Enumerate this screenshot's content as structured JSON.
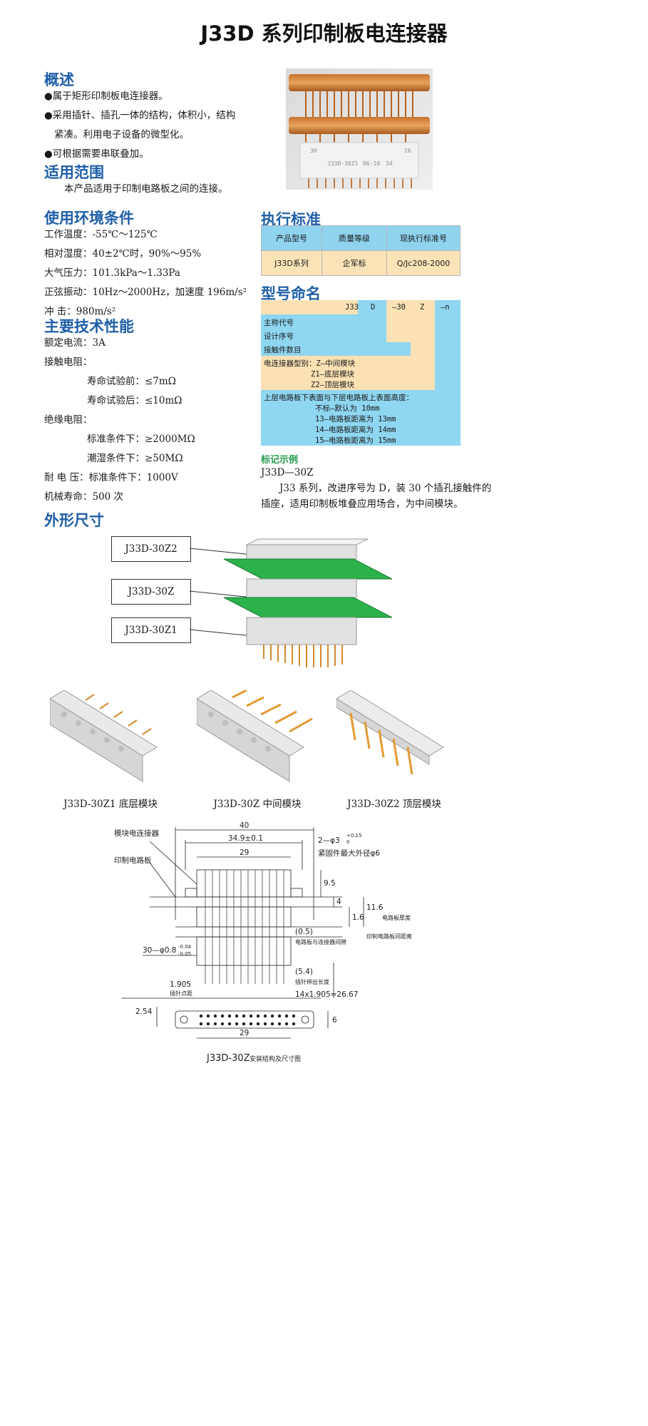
{
  "title": "J33D 系列印制板电连接器",
  "overview": {
    "heading": "概述",
    "b1": "●属于矩形印制板电连接器。",
    "b2": "●采用插针、插孔一体的结构，体积小，结构",
    "b2b": "紧凑。利用电子设备的微型化。",
    "b3": "●可根据需要串联叠加。"
  },
  "photo": {
    "marks": [
      "30",
      "J33D-30Z1",
      "06-10",
      "34",
      "16"
    ]
  },
  "scope": {
    "heading": "适用范围",
    "text": "本产品适用于印制电路板之间的连接。"
  },
  "env": {
    "heading": "使用环境条件",
    "lines": [
      "工作温度：-55℃～125℃",
      "相对湿度：40±2℃时，90%～95%",
      "大气压力：101.3kPa～1.33Pa",
      "正弦振动：10Hz～2000Hz，加速度 196m/s²",
      "冲      击：980m/s²"
    ]
  },
  "standard": {
    "heading": "执行标准",
    "headers": [
      "产品型号",
      "质量等级",
      "现执行标准号"
    ],
    "row": [
      "J33D系列",
      "企军标",
      "Q/Jc208-2000"
    ]
  },
  "naming": {
    "heading": "型号命名",
    "codes": [
      "J33",
      "D",
      "—30",
      "Z",
      "—n"
    ],
    "rows": {
      "r1": "主称代号",
      "r2": "设计序号",
      "r3": "接触件数目",
      "r4a": "电连接器型别：Z—中间模块",
      "r4b": "Z1—底层模块",
      "r4c": "Z2—顶层模块",
      "r5a": "上层电路板下表面与下层电路板上表面高度：",
      "r5b": "不标—默认为 10mm",
      "r5c": "13—电路板距离为 13mm",
      "r5d": "14—电路板距离为 14mm",
      "r5e": "15—电路板距离为 15mm"
    }
  },
  "example": {
    "heading": "标记示例",
    "model": "J33D—30Z",
    "desc1": "J33 系列，改进序号为 D，装 30 个插孔接触件的",
    "desc2": "插座，适用印制板堆叠应用场合，为中间模块。"
  },
  "specs": {
    "heading": "主要技术性能",
    "lines": {
      "current": "额定电流：3A",
      "contact": "接触电阻：",
      "before": "寿命试验前：≤7mΩ",
      "after": "寿命试验后：≤10mΩ",
      "insul": "绝缘电阻：",
      "std": "标准条件下：≥2000MΩ",
      "humid": "潮湿条件下：≥50MΩ",
      "volt": "耐 电 压：标准条件下：1000V",
      "life": "机械寿命：500 次"
    }
  },
  "dims": {
    "heading": "外形尺寸",
    "stack_labels": [
      "J33D-30Z2",
      "J33D-30Z",
      "J33D-30Z1"
    ],
    "captions": [
      "J33D-30Z1 底层模块",
      "J33D-30Z 中间模块",
      "J33D-30Z2 顶层模块"
    ],
    "drawing": {
      "label_module": "模块电连接器",
      "label_pcb": "印制电路板",
      "d40": "40",
      "d349": "34.9±0.1",
      "d29": "29",
      "d_holes": "2—φ3",
      "d_holes_tol": "+0.15",
      "d_holes_tol2": "0",
      "d_fastener": "紧固件最大外径φ6",
      "d95": "9.5",
      "d4": "4",
      "d16": "1.6",
      "d16_label": "电路板厚度",
      "d05": "(0.5)",
      "d05_label": "电路板与连接器间隙",
      "d116": "11.6",
      "d116_label": "印制电路板间距离",
      "d_pin": "30—φ0.8",
      "d_pin_tol": "-0.04",
      "d_pin_tol2": "-0.05",
      "d54": "(5.4)",
      "d54_label": "插针伸出长度",
      "d1905": "1.905",
      "d1905_label": "插针点距",
      "d254": "2.54",
      "d_pitch": "14x1.905=26.67",
      "d6": "6",
      "d29b": "29",
      "caption": "J33D-30Z",
      "caption2": "安装结构及尺寸图"
    }
  }
}
